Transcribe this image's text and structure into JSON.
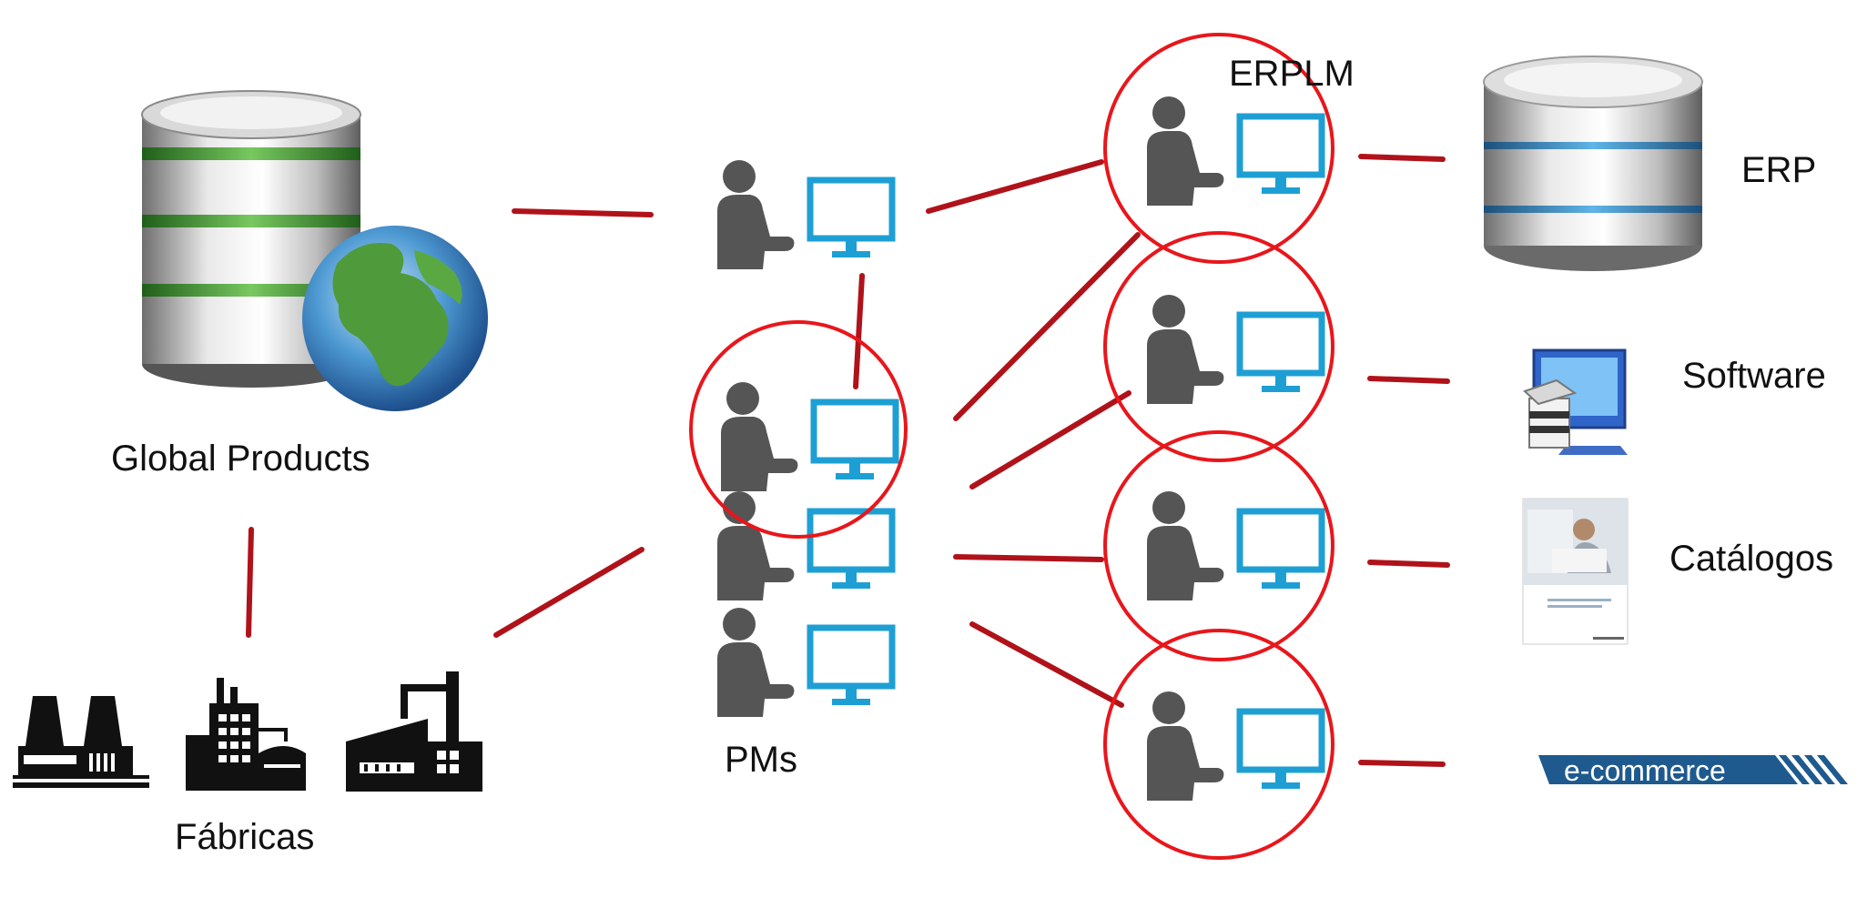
{
  "labels": {
    "global_products": "Global Products",
    "fabricas": "Fábricas",
    "pms": "PMs",
    "erplm": "ERPLM",
    "erp": "ERP",
    "software": "Software",
    "catalogos": "Catálogos",
    "ecommerce": "e-commerce"
  },
  "colors": {
    "connector": "#b0121a",
    "highlight_circle": "#e8161b",
    "person": "#555555",
    "monitor": "#1e9fd4",
    "factory": "#111111",
    "ecommerce_banner": "#1e5a8e"
  },
  "icons": {
    "global_products": "database-globe-icon",
    "factories": [
      "power-plant-icon",
      "factory-building-icon",
      "industrial-plant-icon"
    ],
    "user_workstation": "user-at-computer-icon",
    "erp": "database-icon",
    "software": "software-install-icon",
    "catalogos": "catalog-cover-icon"
  }
}
